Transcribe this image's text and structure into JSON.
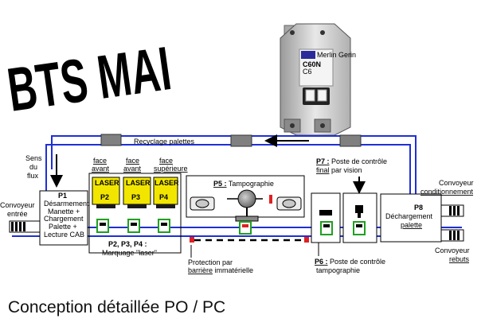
{
  "header": {
    "title": "BTS MAI"
  },
  "footer": {
    "title": "Conception détaillée  PO / PC"
  },
  "recycling": {
    "label": "Recyclage palettes"
  },
  "flow": {
    "line1": "Sens",
    "line2": "du",
    "line3": "flux"
  },
  "conveyor_in": {
    "line1": "Convoyeur",
    "line2": "entrée"
  },
  "conveyor_cond": {
    "line1": "Convoyeur",
    "line2": "conditionnement"
  },
  "conveyor_rej": {
    "line1": "Convoyeur",
    "line2": "rebuts"
  },
  "p1": {
    "title": "P1",
    "lines": [
      "Désarmement",
      "Manette +",
      "Chargement",
      "Palette +",
      "Lecture CAB"
    ]
  },
  "p8": {
    "title": "P8",
    "line1": "Déchargement",
    "line2": "palette"
  },
  "lasers": [
    {
      "face_l1": "face",
      "face_l2": "avant",
      "tag": "LASER",
      "id": "P2"
    },
    {
      "face_l1": "face",
      "face_l2": "avant",
      "tag": "LASER",
      "id": "P3"
    },
    {
      "face_l1": "face",
      "face_l2": "supérieure",
      "tag": "LASER",
      "id": "P4"
    }
  ],
  "marking": {
    "line1": "P2, P3, P4 :",
    "line2": "Marquage \"laser\""
  },
  "p5": {
    "id": "P5 :",
    "label": " Tampographie"
  },
  "p6": {
    "id": "P6 :",
    "line1": " Poste de contrôle",
    "line2": "tampographie"
  },
  "p7": {
    "id": "P7 :",
    "line1": " Poste de contrôle",
    "line2_u": "final",
    "line2": " par vision"
  },
  "protection": {
    "line1": "Protection par",
    "line2_u": "barrière",
    "line2": " immatérielle"
  },
  "breaker": {
    "brand": "Merlin Gerin",
    "model": "C60N",
    "rating": "C6"
  },
  "colors": {
    "belt_blue": "#1f2fd6",
    "laser_yellow": "#f2e600",
    "green": "#20a020",
    "red": "#e02020",
    "dark": "#1a1a1a"
  }
}
